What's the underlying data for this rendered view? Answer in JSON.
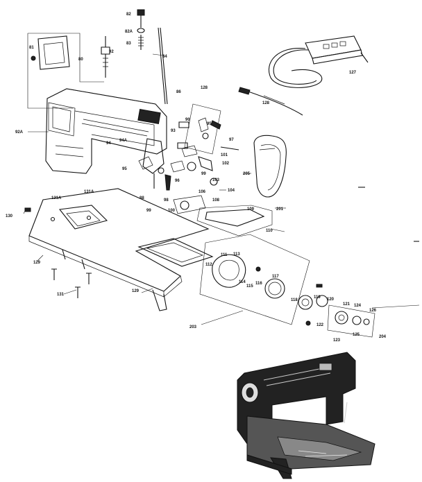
{
  "parts": [
    {
      "id": "p82",
      "label": "82"
    },
    {
      "id": "p82a",
      "label": "82A"
    },
    {
      "id": "p83",
      "label": "83"
    },
    {
      "id": "p84",
      "label": "84"
    },
    {
      "id": "p81",
      "label": "81"
    },
    {
      "id": "p80",
      "label": "80"
    },
    {
      "id": "p92",
      "label": "92"
    },
    {
      "id": "p86",
      "label": "86"
    },
    {
      "id": "p127",
      "label": "127"
    },
    {
      "id": "p128a",
      "label": "128"
    },
    {
      "id": "p128b",
      "label": "128"
    },
    {
      "id": "p92a",
      "label": "92A"
    },
    {
      "id": "p90",
      "label": "90"
    },
    {
      "id": "p95a",
      "label": "95"
    },
    {
      "id": "p93",
      "label": "93"
    },
    {
      "id": "p97",
      "label": "97"
    },
    {
      "id": "p94",
      "label": "94"
    },
    {
      "id": "p94a",
      "label": "94A"
    },
    {
      "id": "p95b",
      "label": "95"
    },
    {
      "id": "p101",
      "label": "101"
    },
    {
      "id": "p102",
      "label": "102"
    },
    {
      "id": "p99",
      "label": "99"
    },
    {
      "id": "p103",
      "label": "103"
    },
    {
      "id": "p104",
      "label": "104"
    },
    {
      "id": "p205",
      "label": "205"
    },
    {
      "id": "p96",
      "label": "96"
    },
    {
      "id": "p98",
      "label": "98"
    },
    {
      "id": "p88",
      "label": "88"
    },
    {
      "id": "p106",
      "label": "106"
    },
    {
      "id": "p108",
      "label": "108"
    },
    {
      "id": "p109",
      "label": "109"
    },
    {
      "id": "p201",
      "label": "201"
    },
    {
      "id": "p110",
      "label": "110"
    },
    {
      "id": "p131a",
      "label": "131A"
    },
    {
      "id": "p131a2",
      "label": "131A"
    },
    {
      "id": "p130",
      "label": "130"
    },
    {
      "id": "p100",
      "label": "100"
    },
    {
      "id": "p99b",
      "label": "99"
    },
    {
      "id": "p129a",
      "label": "129"
    },
    {
      "id": "p129b",
      "label": "129"
    },
    {
      "id": "p131",
      "label": "131"
    },
    {
      "id": "p111",
      "label": "111"
    },
    {
      "id": "p113",
      "label": "113"
    },
    {
      "id": "p112",
      "label": "112"
    },
    {
      "id": "p114",
      "label": "114"
    },
    {
      "id": "p115",
      "label": "115"
    },
    {
      "id": "p116",
      "label": "116"
    },
    {
      "id": "p117",
      "label": "117"
    },
    {
      "id": "p118",
      "label": "118"
    },
    {
      "id": "p119",
      "label": "119"
    },
    {
      "id": "p120",
      "label": "120"
    },
    {
      "id": "p121",
      "label": "121"
    },
    {
      "id": "p124",
      "label": "124"
    },
    {
      "id": "p126",
      "label": "126"
    },
    {
      "id": "p122",
      "label": "122"
    },
    {
      "id": "p123",
      "label": "123"
    },
    {
      "id": "p125",
      "label": "125"
    },
    {
      "id": "p204",
      "label": "204"
    },
    {
      "id": "p203",
      "label": "203"
    }
  ]
}
